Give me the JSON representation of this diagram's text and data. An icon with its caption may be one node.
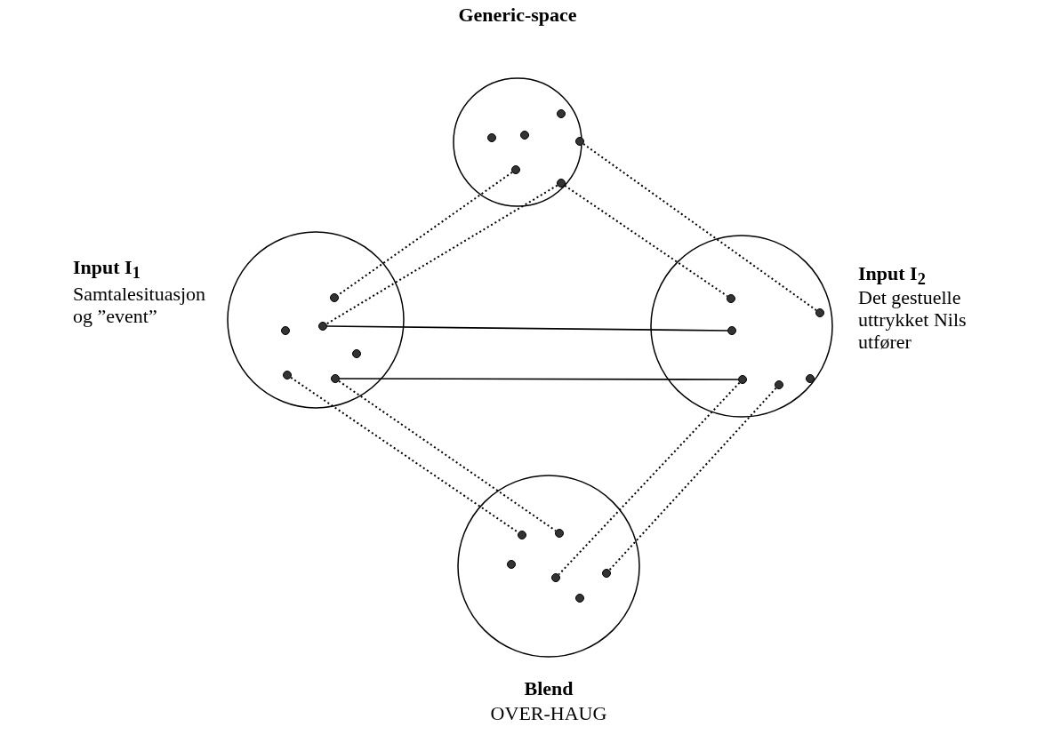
{
  "diagram": {
    "nodes": [
      {
        "text": [
          "Generic-space"
        ]
      },
      {
        "text": [],
        "shape": "circle",
        "in": 0
      },
      {
        "text": [],
        "shape": "circle",
        "in": 0
      },
      {
        "text": [],
        "shape": "circle",
        "in": 0
      },
      {
        "text": [],
        "shape": "circle",
        "in": 0
      },
      {
        "text": [],
        "shape": "circle",
        "in": 0
      },
      {
        "text": [],
        "shape": "circle",
        "in": 0
      },
      {
        "text": [
          "Input I$_{1}$",
          "Samtalesituasjon og ”event”"
        ]
      },
      {
        "text": [],
        "shape": "circle",
        "in": 7
      },
      {
        "text": [],
        "shape": "circle",
        "in": 7
      },
      {
        "text": [],
        "shape": "circle",
        "in": 7
      },
      {
        "text": [],
        "shape": "circle",
        "in": 7
      },
      {
        "text": [],
        "shape": "circle",
        "in": 7
      },
      {
        "text": [],
        "shape": "circle",
        "in": 7
      },
      {
        "text": [
          "Input  I$_{2}$",
          "Det gestuelle uttrykket Nils utfører"
        ]
      },
      {
        "text": [],
        "shape": "circle",
        "in": 14
      },
      {
        "text": [],
        "shape": "circle",
        "in": 14
      },
      {
        "text": [],
        "shape": "circle",
        "in": 14
      },
      {
        "text": [],
        "shape": "circle",
        "in": 14
      },
      {
        "text": [],
        "shape": "circle",
        "in": 14
      },
      {
        "text": [],
        "shape": "circle",
        "in": 14
      },
      {
        "text": [
          "Blend",
          "OVER-HAUG"
        ]
      },
      {
        "text": [],
        "shape": "circle",
        "in": 21
      },
      {
        "text": [],
        "shape": "circle",
        "in": 21
      },
      {
        "text": [],
        "shape": "circle",
        "in": 21
      },
      {
        "text": [],
        "shape": "circle",
        "in": 21
      },
      {
        "text": [],
        "shape": "circle",
        "in": 21
      },
      {
        "text": [],
        "shape": "circle",
        "in": 21
      }
    ],
    "edges": [
      {
        "from": 2,
        "to": 11,
        "arrow": "none",
        "style": "dashed"
      },
      {
        "from": 5,
        "to": 10,
        "arrow": "none",
        "style": "dashed"
      },
      {
        "from": 5,
        "to": 15,
        "arrow": "none",
        "style": "dashed"
      },
      {
        "from": 6,
        "to": 20,
        "arrow": "none",
        "style": "dashed"
      },
      {
        "from": 10,
        "to": 16,
        "arrow": "none"
      },
      {
        "from": 12,
        "to": 17,
        "arrow": "none"
      },
      {
        "from": 9,
        "to": 23,
        "arrow": "none",
        "style": "dashed"
      },
      {
        "from": 12,
        "to": 25,
        "arrow": "none",
        "style": "dashed"
      },
      {
        "from": 17,
        "to": 24,
        "arrow": "none",
        "style": "dashed"
      },
      {
        "from": 18,
        "to": 27,
        "arrow": "none",
        "style": "dashed"
      }
    ]
  }
}
